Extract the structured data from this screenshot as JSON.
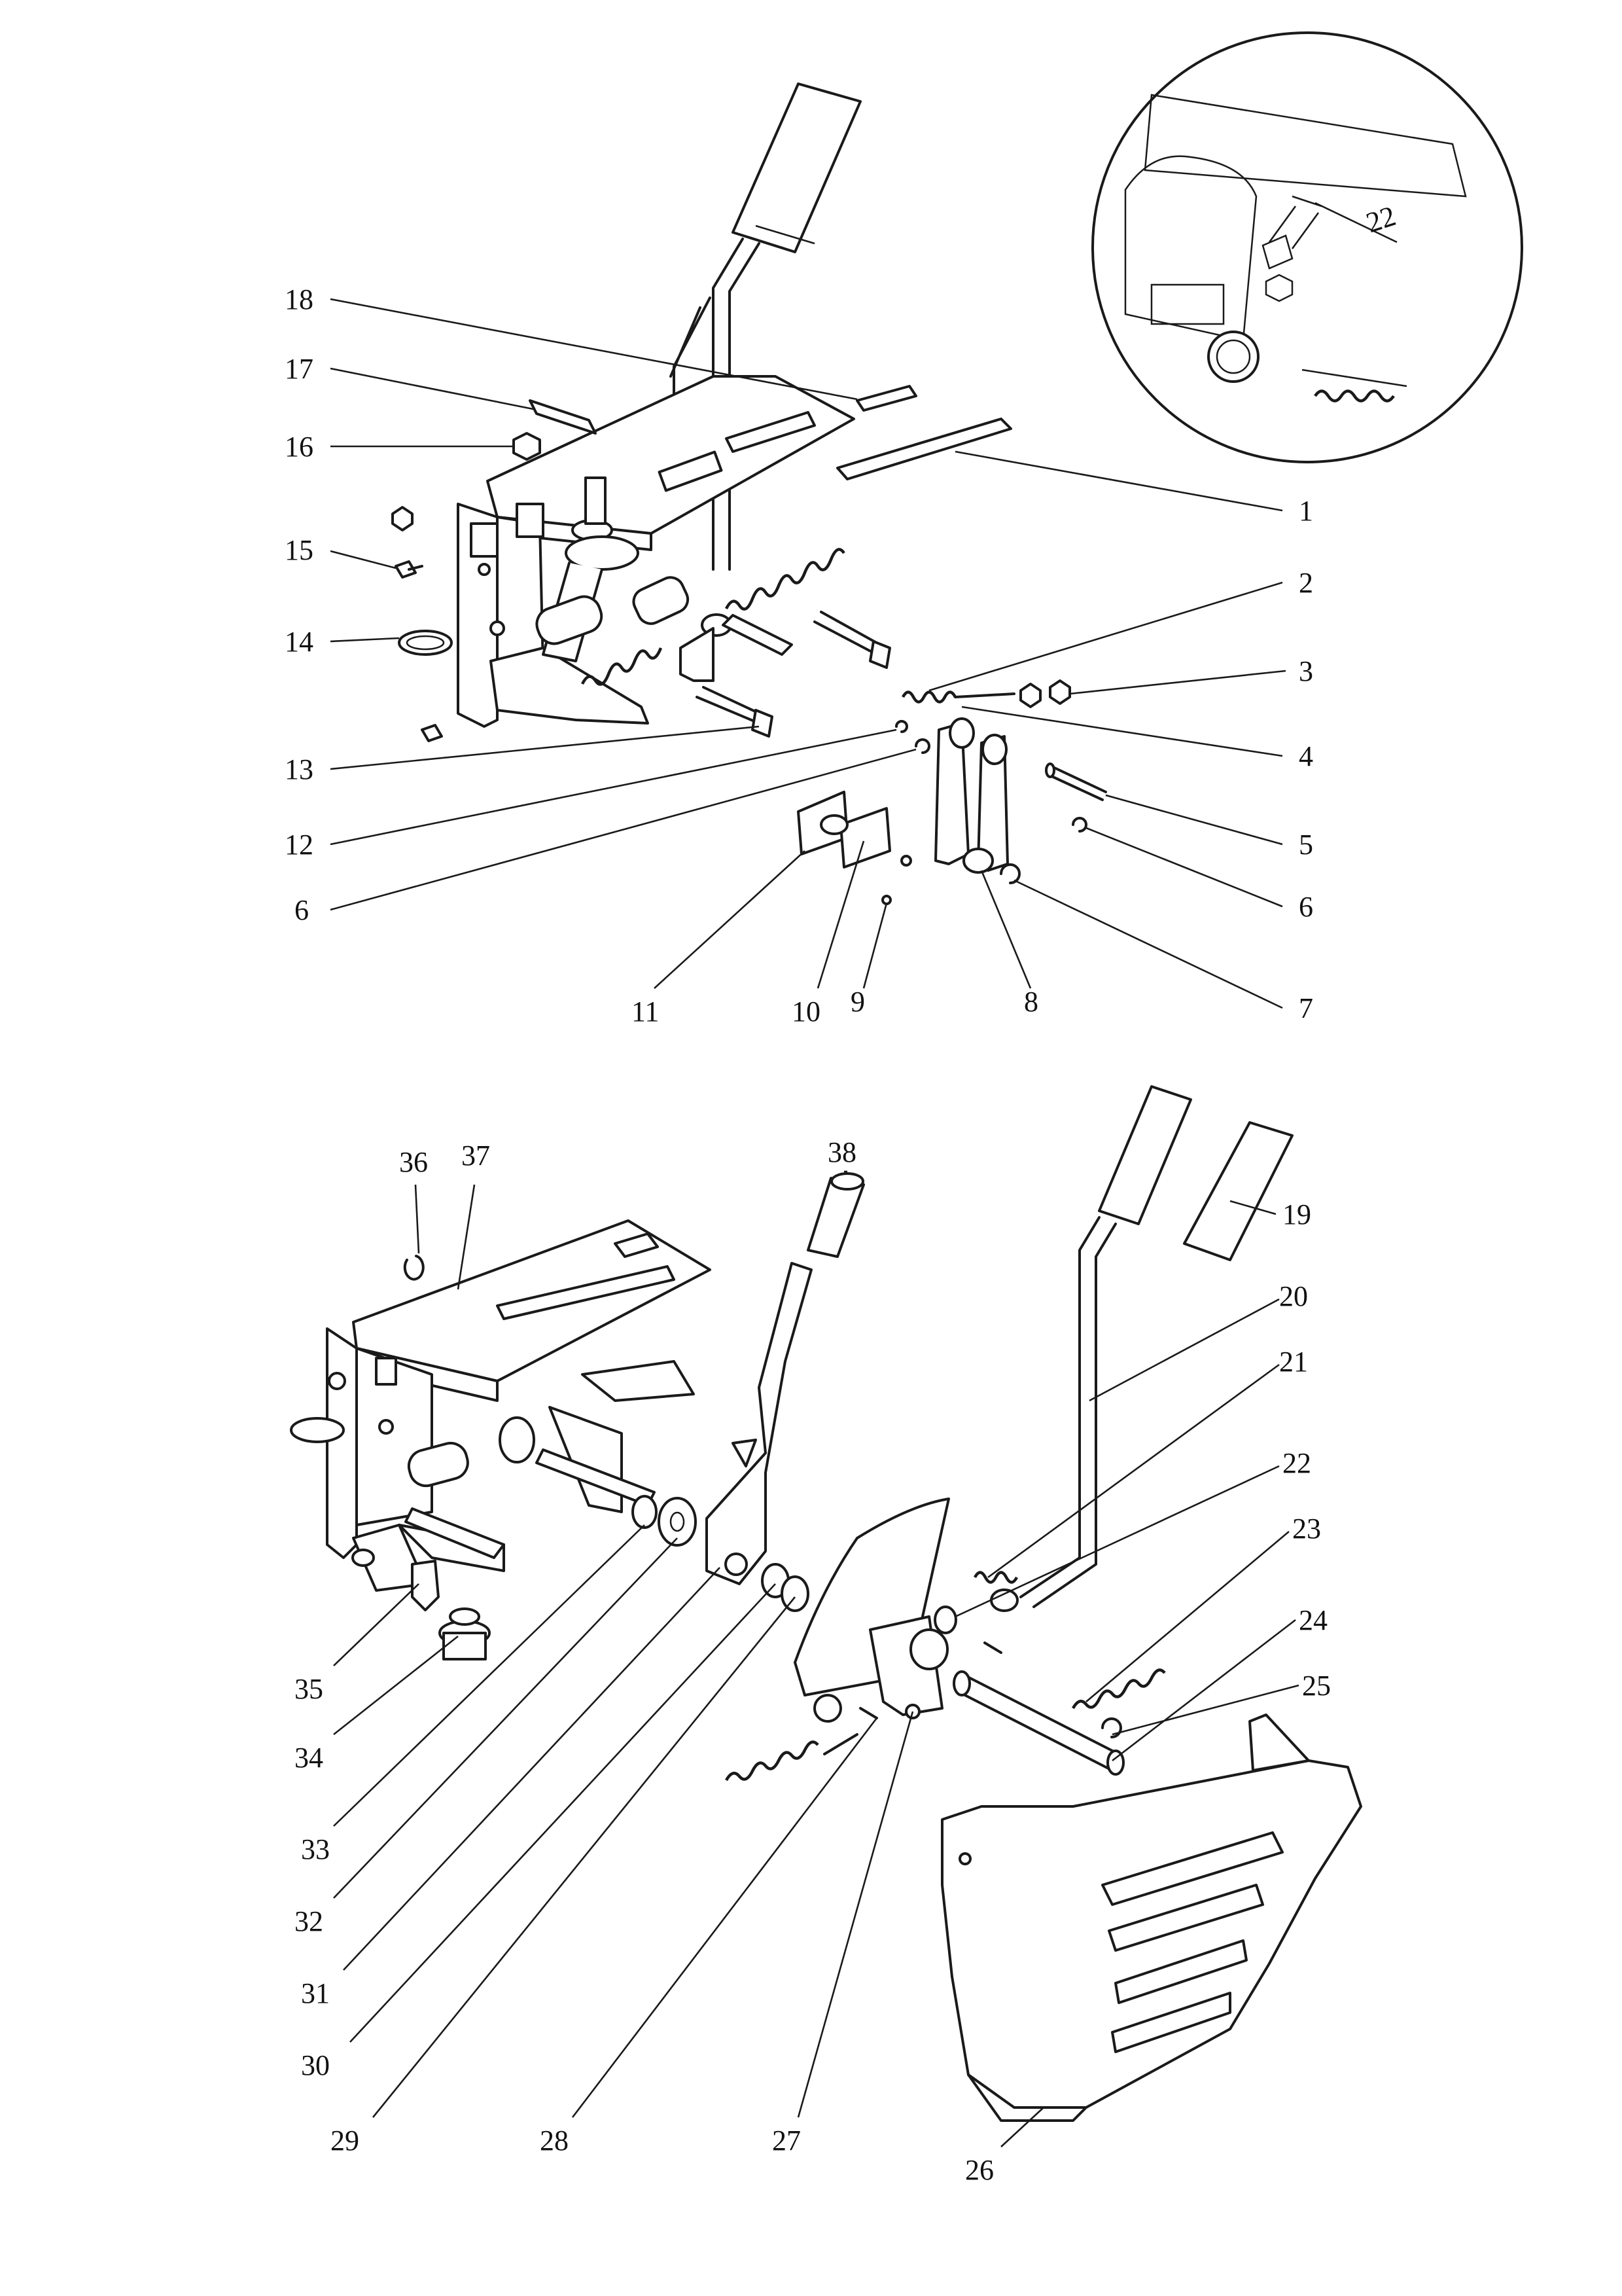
{
  "callouts": [
    {
      "id": "c1",
      "label": "1"
    },
    {
      "id": "c2",
      "label": "2"
    },
    {
      "id": "c3",
      "label": "3"
    },
    {
      "id": "c4",
      "label": "4"
    },
    {
      "id": "c5",
      "label": "5"
    },
    {
      "id": "c6a",
      "label": "6"
    },
    {
      "id": "c6b",
      "label": "6"
    },
    {
      "id": "c7",
      "label": "7"
    },
    {
      "id": "c8",
      "label": "8"
    },
    {
      "id": "c9",
      "label": "9"
    },
    {
      "id": "c10",
      "label": "10"
    },
    {
      "id": "c11",
      "label": "11"
    },
    {
      "id": "c12",
      "label": "12"
    },
    {
      "id": "c13",
      "label": "13"
    },
    {
      "id": "c14",
      "label": "14"
    },
    {
      "id": "c15",
      "label": "15"
    },
    {
      "id": "c16",
      "label": "16"
    },
    {
      "id": "c17",
      "label": "17"
    },
    {
      "id": "c18",
      "label": "18"
    },
    {
      "id": "c19",
      "label": "19"
    },
    {
      "id": "c20",
      "label": "20"
    },
    {
      "id": "c21",
      "label": "21"
    },
    {
      "id": "c22",
      "label": "22"
    },
    {
      "id": "c23",
      "label": "23"
    },
    {
      "id": "c24",
      "label": "24"
    },
    {
      "id": "c25",
      "label": "25"
    },
    {
      "id": "c26",
      "label": "26"
    },
    {
      "id": "c27",
      "label": "27"
    },
    {
      "id": "c28",
      "label": "28"
    },
    {
      "id": "c29",
      "label": "29"
    },
    {
      "id": "c30",
      "label": "30"
    },
    {
      "id": "c31",
      "label": "31"
    },
    {
      "id": "c32",
      "label": "32"
    },
    {
      "id": "c33",
      "label": "33"
    },
    {
      "id": "c34",
      "label": "34"
    },
    {
      "id": "c35",
      "label": "35"
    },
    {
      "id": "c36",
      "label": "36"
    },
    {
      "id": "c37",
      "label": "37"
    },
    {
      "id": "c38",
      "label": "38"
    }
  ],
  "detail_inset": {
    "dimension_label": "22"
  }
}
